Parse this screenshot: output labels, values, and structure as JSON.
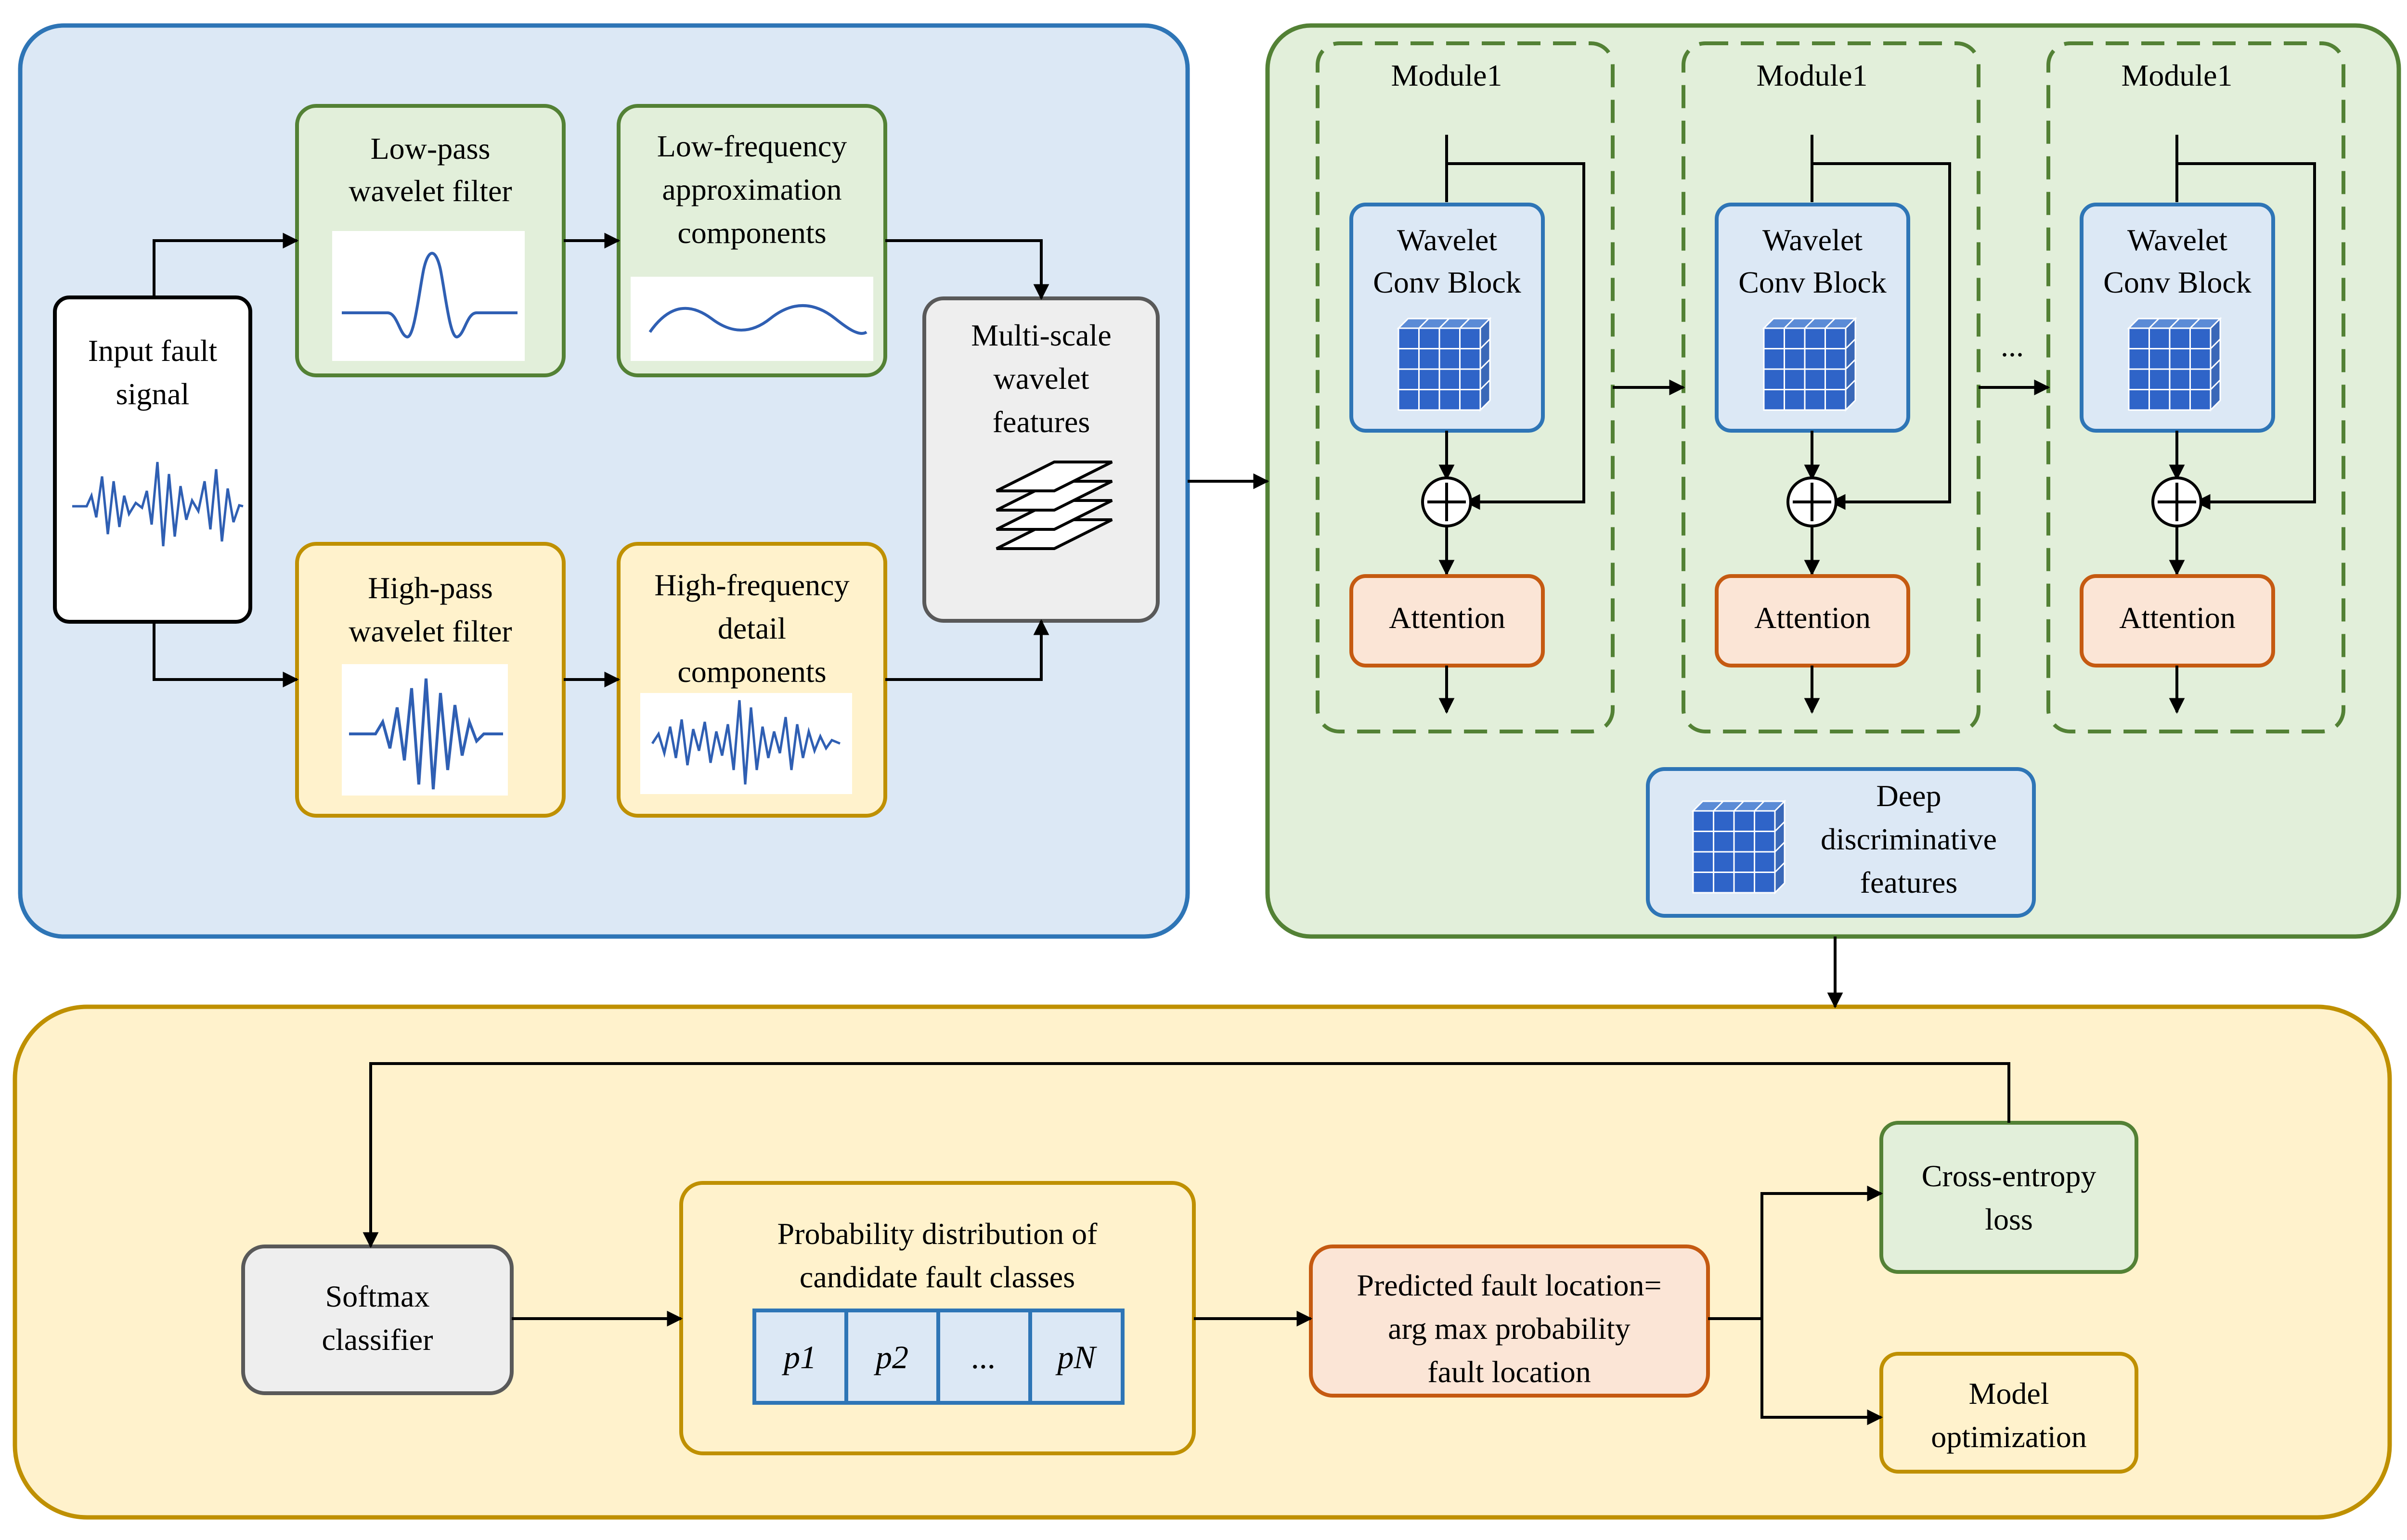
{
  "panels": {
    "decomposition": {
      "fill": "#dce8f5",
      "stroke": "#2e75b6"
    },
    "network": {
      "fill": "#e2efda",
      "stroke": "#538135"
    },
    "classification": {
      "fill": "#fff2cc",
      "stroke": "#bf9000"
    }
  },
  "input": {
    "line1": "Input fault",
    "line2": "signal"
  },
  "lowpass": {
    "line1": "Low-pass",
    "line2": "wavelet filter"
  },
  "lowfreq": {
    "line1": "Low-frequency",
    "line2": "approximation",
    "line3": "components"
  },
  "highpass": {
    "line1": "High-pass",
    "line2": "wavelet filter"
  },
  "highfreq": {
    "line1": "High-frequency",
    "line2": "detail",
    "line3": "components"
  },
  "multiscale": {
    "line1": "Multi-scale",
    "line2": "wavelet",
    "line3": "features"
  },
  "modules": [
    {
      "title": "Module1",
      "block_line1": "Wavelet",
      "block_line2": "Conv Block",
      "attention": "Attention"
    },
    {
      "title": "Module1",
      "block_line1": "Wavelet",
      "block_line2": "Conv Block",
      "attention": "Attention"
    },
    {
      "title": "Module1",
      "block_line1": "Wavelet",
      "block_line2": "Conv Block",
      "attention": "Attention"
    }
  ],
  "ellipsis": "...",
  "deep": {
    "line1": "Deep",
    "line2": "discriminative",
    "line3": "features"
  },
  "softmax": {
    "line1": "Softmax",
    "line2": "classifier"
  },
  "probability": {
    "line1": "Probability distribution of",
    "line2": "candidate fault classes",
    "cells": [
      "p1",
      "p2",
      "...",
      "pN"
    ]
  },
  "predicted": {
    "line1": "Predicted fault location=",
    "line2": "arg max probability",
    "line3": "fault location"
  },
  "crossentropy": {
    "line1": "Cross-entropy",
    "line2": "loss"
  },
  "optimization": {
    "line1": "Model",
    "line2": "optimization"
  },
  "icons": {
    "signal": "waveform-icon",
    "wavelet": "wavelet-icon",
    "feature_maps": "stacked-layers-icon",
    "tensor": "tensor-cube-icon",
    "sum": "circle-plus-icon"
  }
}
